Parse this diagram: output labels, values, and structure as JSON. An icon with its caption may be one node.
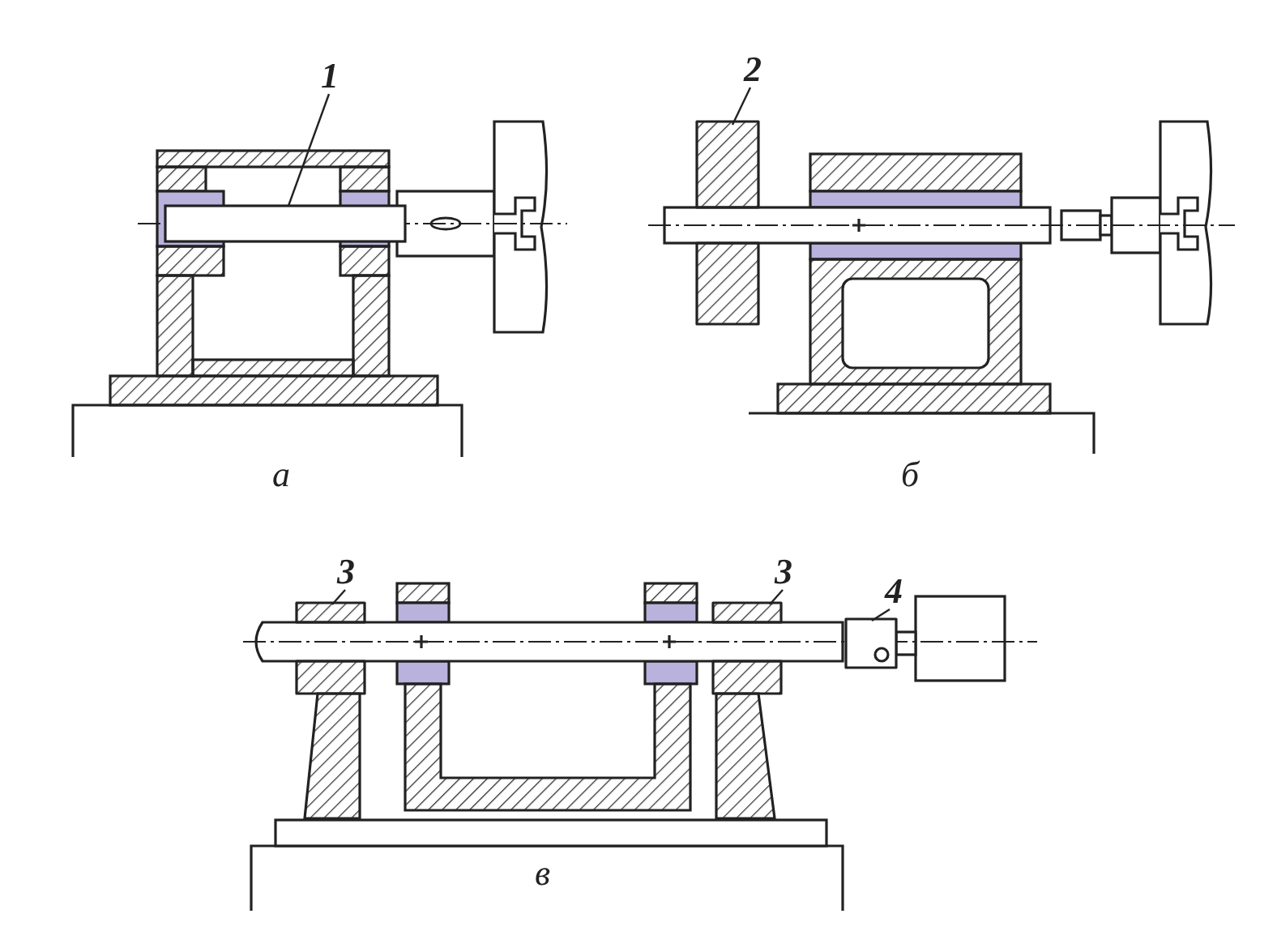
{
  "diagram": {
    "nodes": [
      {
        "text": [
          "1"
        ]
      },
      {
        "text": [],
        "shape": "bar"
      },
      {
        "text": [
          "2"
        ]
      },
      {
        "text": [],
        "shape": "box"
      },
      {
        "text": [
          "3"
        ]
      },
      {
        "text": [],
        "shape": "box"
      },
      {
        "text": [
          "3"
        ]
      },
      {
        "text": [],
        "shape": "box"
      },
      {
        "text": [
          "4"
        ]
      },
      {
        "text": [],
        "shape": "box"
      }
    ],
    "edges": [
      {
        "from": 0,
        "to": 1,
        "arrow": "none"
      },
      {
        "from": 2,
        "to": 3,
        "arrow": "none"
      },
      {
        "from": 4,
        "to": 5,
        "arrow": "none"
      },
      {
        "from": 6,
        "to": 7,
        "arrow": "none"
      },
      {
        "from": 8,
        "to": 9,
        "arrow": "none"
      }
    ],
    "labels": [
      "а",
      "б",
      "в"
    ]
  }
}
